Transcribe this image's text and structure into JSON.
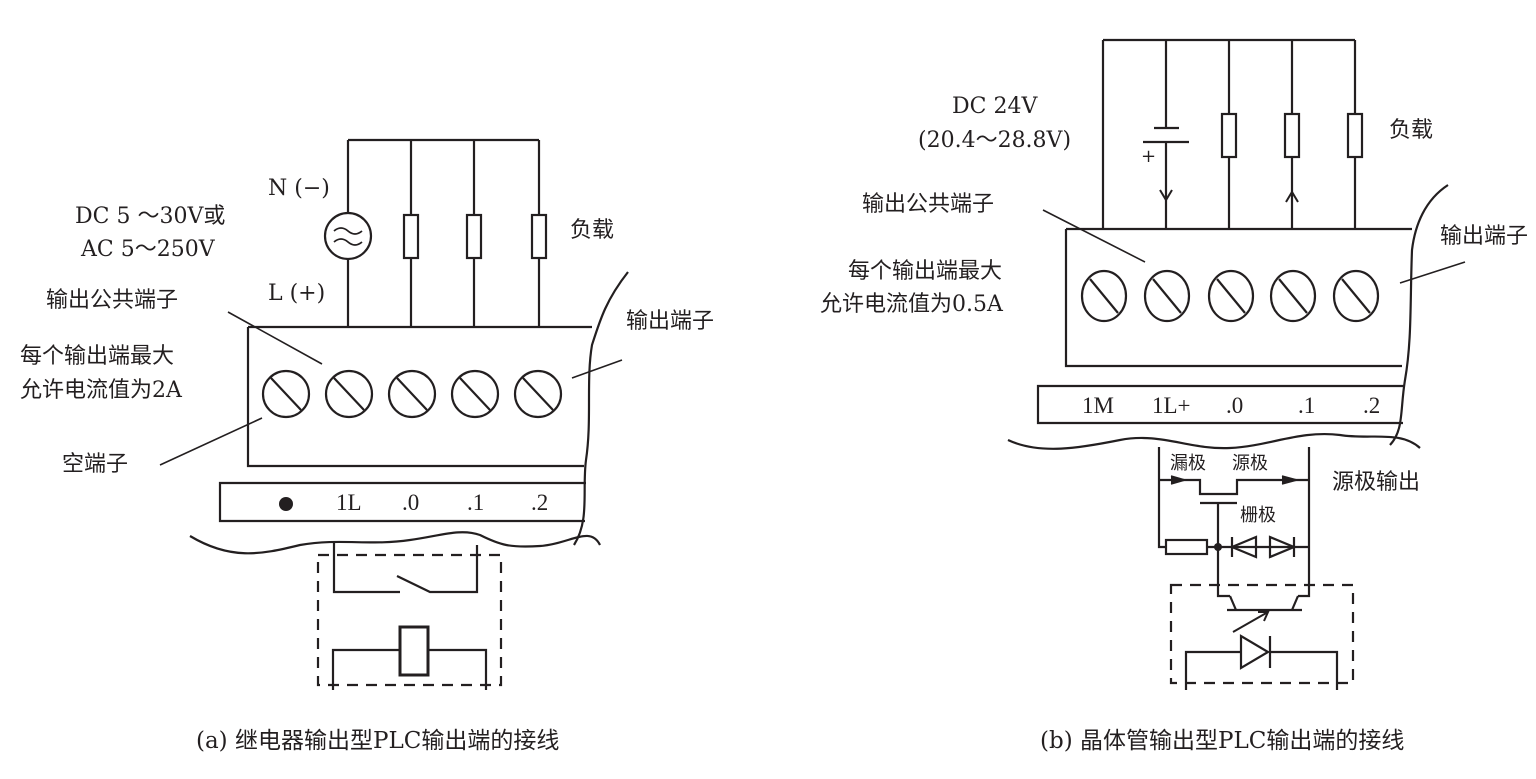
{
  "diagram_a": {
    "caption": "(a) 继电器输出型PLC输出端的接线",
    "supply_label_line1": "DC 5 ～30V或",
    "supply_label_line2": "AC 5～250V",
    "n_label": "N (−)",
    "l_label": "L (+)",
    "load_label": "负载",
    "common_terminal_label": "输出公共端子",
    "max_current_line1": "每个输出端最大",
    "max_current_line2": "允许电流值为2A",
    "empty_terminal_label": "空端子",
    "output_terminal_label": "输出端子",
    "terminal_strip": [
      "●",
      "1L",
      ".0",
      ".1",
      ".2"
    ],
    "screw_count": 5,
    "load_count": 3,
    "source_symbol": "AC source (≈)",
    "internal_symbols": [
      "relay contact",
      "relay coil"
    ]
  },
  "diagram_b": {
    "caption": "(b) 晶体管输出型PLC输出端的接线",
    "supply_label_line1": "DC 24V",
    "supply_label_line2": "(20.4～28.8V)",
    "battery_plus": "+",
    "load_label": "负载",
    "common_terminal_label": "输出公共端子",
    "max_current_line1": "每个输出端最大",
    "max_current_line2": "允许电流值为0.5A",
    "output_terminal_label": "输出端子",
    "terminal_strip": [
      "1M",
      "1L+",
      ".0",
      ".1",
      ".2"
    ],
    "screw_count": 5,
    "load_count": 3,
    "drain_label": "漏极",
    "source_label": "源极",
    "gate_label": "栅极",
    "source_output_label": "源极输出",
    "internal_symbols": [
      "MOSFET",
      "zener diodes",
      "resistor",
      "optocoupler"
    ]
  }
}
